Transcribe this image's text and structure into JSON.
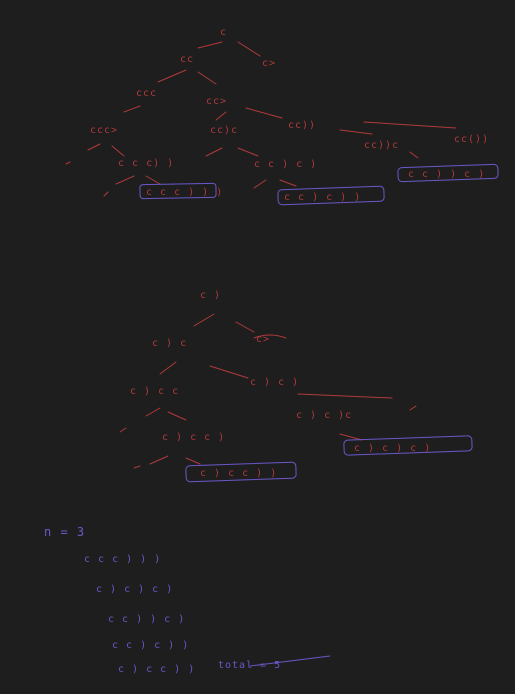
{
  "tree1": {
    "root": "c",
    "level1_left": "cc",
    "level1_right": "c>",
    "level2_left": "ccc",
    "level2_mid": "cc>",
    "level3_a": "ccc>",
    "level3_b": "cc)c",
    "level3_c": "cc))",
    "level3_d": "cc))c",
    "level3_e": "cc())",
    "level4_a": "c c c) )",
    "level4_b": "c c ) c )",
    "leaf_a": "c c c ) ) )",
    "leaf_b": "c c ) c ) )",
    "leaf_c": "c c ) ) c )"
  },
  "tree2": {
    "root": "c )",
    "level1_left": "c ) c",
    "level1_right": "c>",
    "level2_left": "c ) c c",
    "level2_right": "c ) c )",
    "level3_right": "c ) c )c",
    "level3_left": "c ) c c )",
    "leaf_a": "c ) c ) c )",
    "leaf_b": "c ) c c ) )"
  },
  "notes": {
    "n_label": "n = 3",
    "r1": "c c c ) ) )",
    "r2": "c ) c ) c )",
    "r3": "c c ) ) c )",
    "r4": "c c ) c ) )",
    "r5": "c ) c c ) )",
    "total": "total = 5"
  }
}
